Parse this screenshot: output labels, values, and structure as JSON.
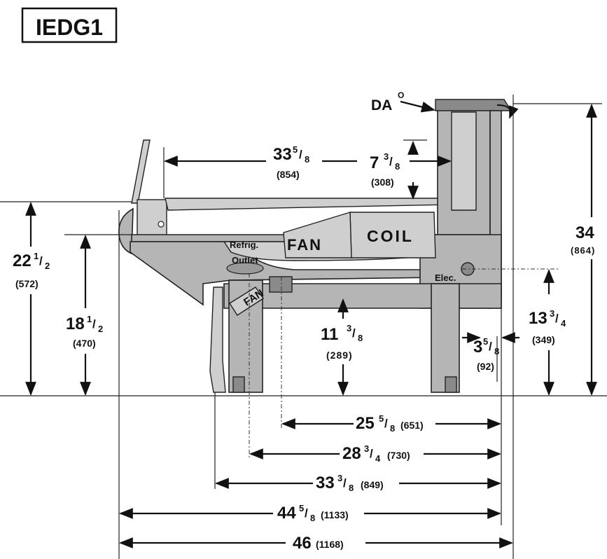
{
  "model": "IEDG1",
  "labels": {
    "da": "DA",
    "da_sup": "O",
    "fan": "FAN",
    "coil": "COIL",
    "fan_small": "FAN",
    "refrig_1": "Refrig.",
    "refrig_2": "Outlet",
    "elec": "Elec."
  },
  "dims": {
    "d33_58": {
      "whole": "33",
      "num": "5",
      "den": "8",
      "mm": "(854)"
    },
    "d7_38": {
      "whole": "7",
      "num": "3",
      "den": "8",
      "mm": "(308)"
    },
    "d34": {
      "whole": "34",
      "mm": "(864)"
    },
    "d22_12": {
      "whole": "22",
      "num": "1",
      "den": "2",
      "mm": "(572)"
    },
    "d18_12": {
      "whole": "18",
      "num": "1",
      "den": "2",
      "mm": "(470)"
    },
    "d11_38": {
      "whole": "11",
      "num": "3",
      "den": "8",
      "mm": "(289)"
    },
    "d3_58": {
      "whole": "3",
      "num": "5",
      "den": "8",
      "mm": "(92)"
    },
    "d13_34": {
      "whole": "13",
      "num": "3",
      "den": "4",
      "mm": "(349)"
    },
    "d25_58": {
      "whole": "25",
      "num": "5",
      "den": "8",
      "mm": "(651)"
    },
    "d28_34": {
      "whole": "28",
      "num": "3",
      "den": "4",
      "mm": "(730)"
    },
    "d33_38": {
      "whole": "33",
      "num": "3",
      "den": "8",
      "mm": "(849)"
    },
    "d44_58": {
      "whole": "44",
      "num": "5",
      "den": "8",
      "mm": "(1133)"
    },
    "d46": {
      "whole": "46",
      "mm": "(1168)"
    }
  }
}
